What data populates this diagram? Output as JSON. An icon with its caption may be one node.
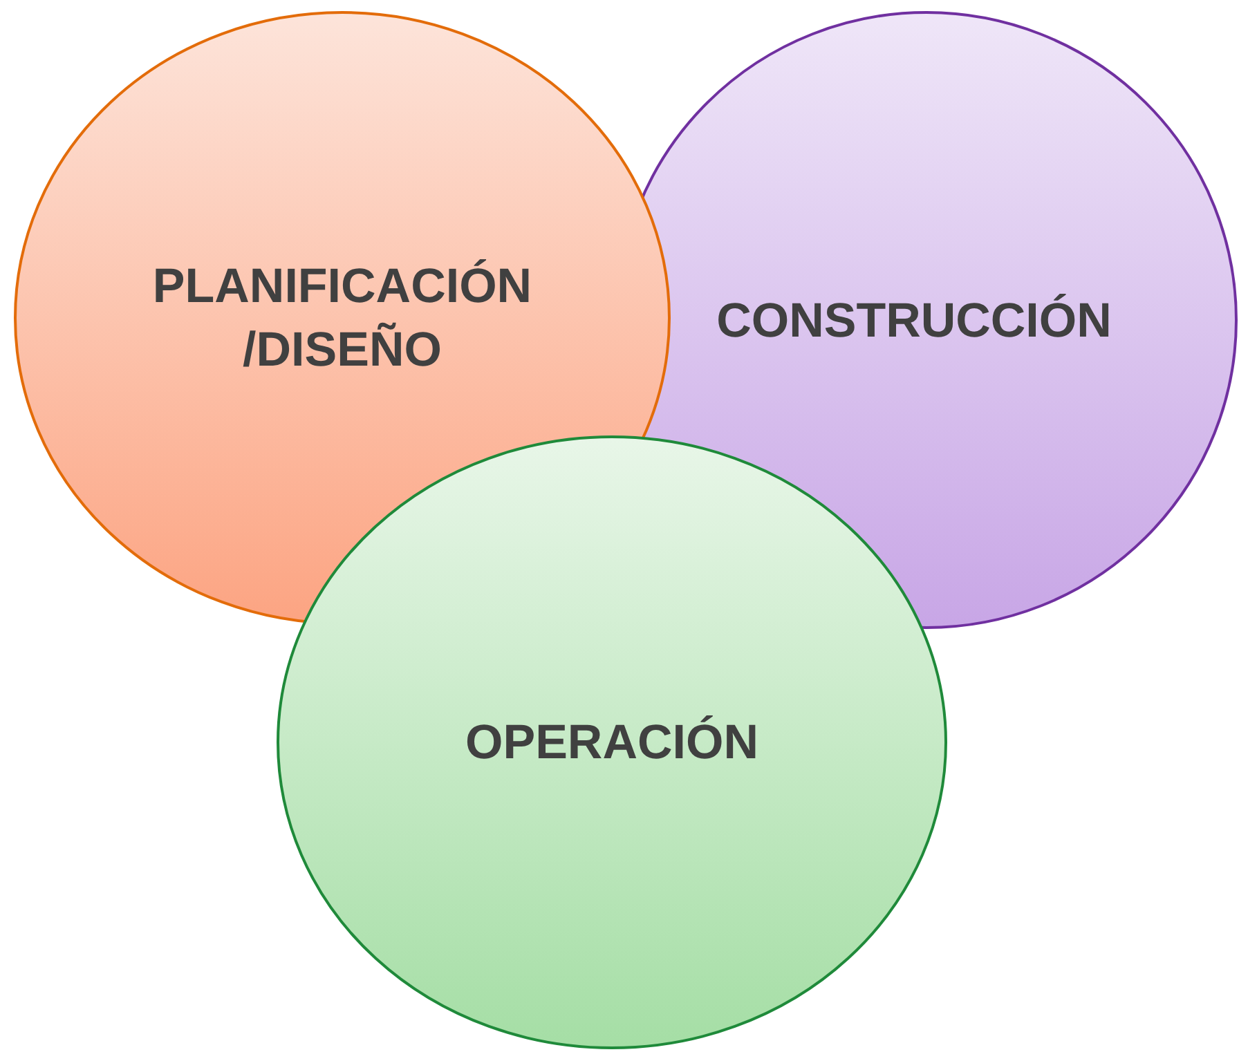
{
  "diagram": {
    "nodes": [
      {
        "text": [
          "PLANIFICACIÓN /DISEÑO"
        ]
      },
      {
        "text": [
          "CONSTRUCCIÓN"
        ]
      },
      {
        "text": [
          "OPERACIÓN"
        ]
      }
    ]
  }
}
